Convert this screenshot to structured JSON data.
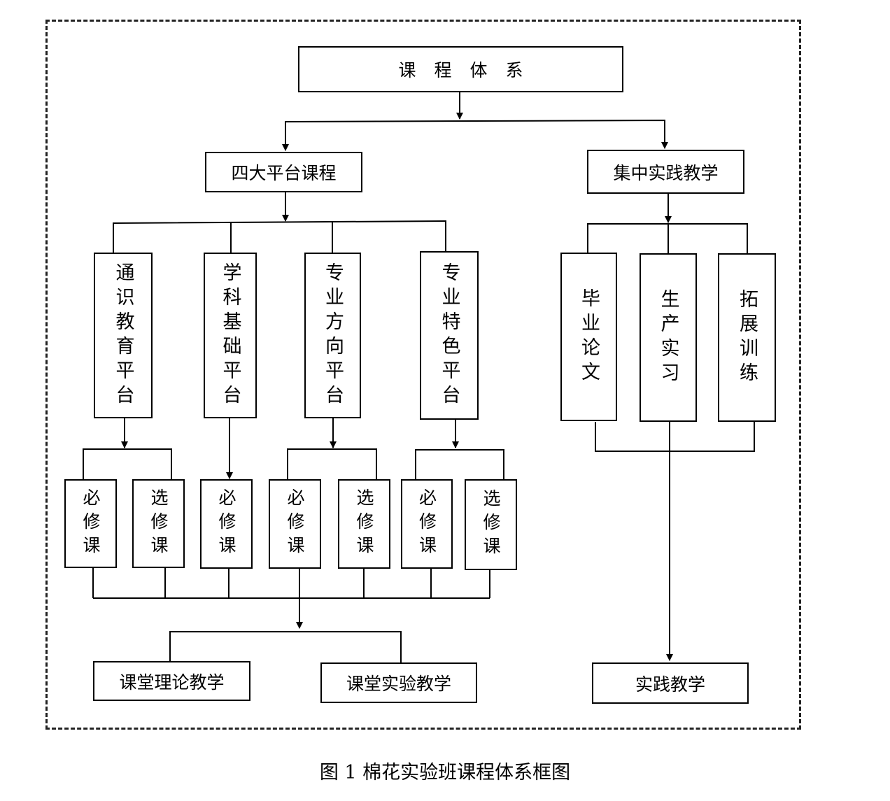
{
  "root": {
    "label": "课程体系"
  },
  "branches": {
    "platforms": {
      "label": "四大平台课程"
    },
    "practice": {
      "label": "集中实践教学"
    }
  },
  "platform_items": [
    {
      "label": "通识教育平台"
    },
    {
      "label": "学科基础平台"
    },
    {
      "label": "专业方向平台"
    },
    {
      "label": "专业特色平台"
    }
  ],
  "practice_items": [
    {
      "label": "毕业论文"
    },
    {
      "label": "生产实习"
    },
    {
      "label": "拓展训练"
    }
  ],
  "course_types": [
    {
      "label": "必修课"
    },
    {
      "label": "选修课"
    },
    {
      "label": "必修课"
    },
    {
      "label": "必修课"
    },
    {
      "label": "选修课"
    },
    {
      "label": "必修课"
    },
    {
      "label": "选修课"
    }
  ],
  "outcomes": {
    "classroom_theory": "课堂理论教学",
    "classroom_lab": "课堂实验教学",
    "practice_teaching": "实践教学"
  },
  "caption": "图 1  棉花实验班课程体系框图"
}
